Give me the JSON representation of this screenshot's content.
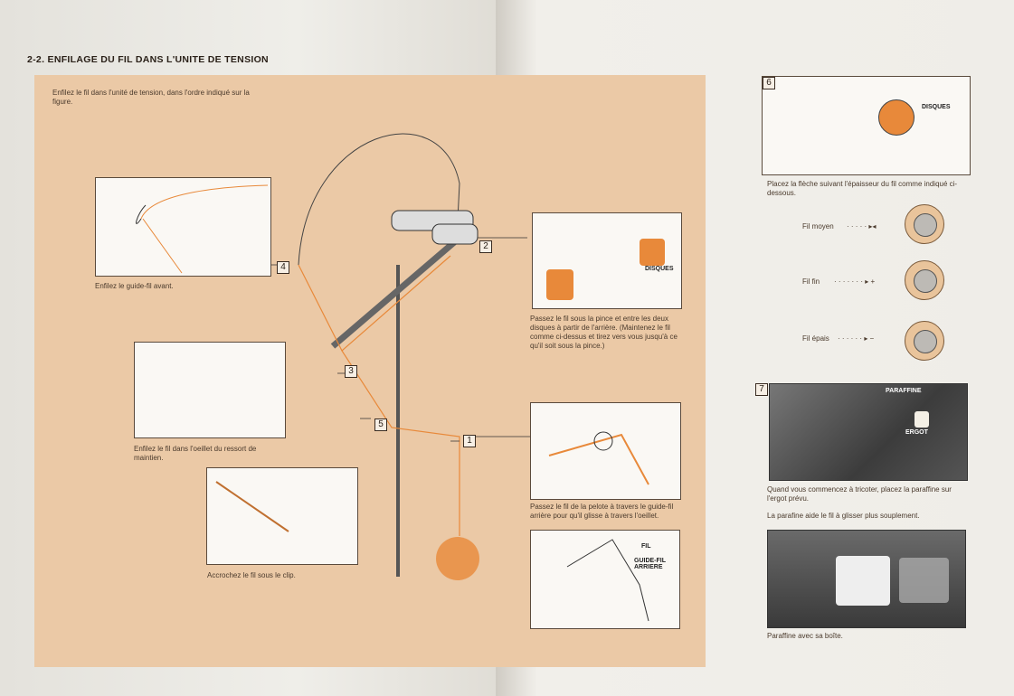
{
  "title": "2-2. ENFILAGE DU FIL DANS L'UNITE DE TENSION",
  "intro": "Enfilez le fil dans l'unité de tension, dans l'ordre indiqué sur la figure.",
  "steps": {
    "s1": "1",
    "s2": "2",
    "s3": "3",
    "s4": "4",
    "s5": "5",
    "s6": "6",
    "s7": "7"
  },
  "captions": {
    "guide_avant": "Enfilez le guide-fil avant.",
    "oeillet": "Enfilez le fil dans l'oeillet du ressort de maintien.",
    "clip": "Accrochez le fil sous le clip.",
    "pince": "Passez le fil sous la pince et entre les deux disques à partir de l'arrière. (Maintenez le fil comme ci-dessus et tirez vers vous jusqu'à ce qu'il soit sous la pince.)",
    "pelote": "Passez le fil de la pelote à travers le guide-fil arrière pour qu'il glisse à travers l'oeillet.",
    "fleche": "Placez la flèche suivant l'épaisseur du fil comme indiqué ci-dessous.",
    "paraffine1": "Quand vous commencez à tricoter, placez la paraffine sur l'ergot prévu.",
    "paraffine2": "La parafine aide le fil à glisser plus souplement.",
    "boite": "Paraffine avec sa boîte."
  },
  "labels": {
    "disques": "DISQUES",
    "disques2": "DISQUES",
    "fil": "FIL",
    "guide_arriere": "GUIDE-FIL ARRIERE",
    "paraffine": "PARAFFINE",
    "ergot": "ERGOT"
  },
  "dials": [
    {
      "label": "Fil moyen",
      "marker": "· · · · · ▸◂"
    },
    {
      "label": "Fil fin",
      "marker": "· · · · · · · ▸ +"
    },
    {
      "label": "Fil épais",
      "marker": "· · · · · · ▸ −"
    }
  ],
  "colors": {
    "panel": "#ebc9a6",
    "thread": "#e8893a"
  }
}
